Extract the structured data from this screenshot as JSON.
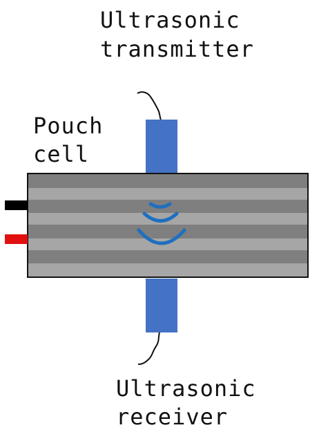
{
  "labels": {
    "transmitter": [
      "Ultrasonic",
      "transmitter"
    ],
    "cell": [
      "Pouch",
      "cell"
    ],
    "receiver": [
      "Ultrasonic",
      "receiver"
    ]
  },
  "colors": {
    "transducer": "#4472c4",
    "wave": "#1f6fbf",
    "layer_dark": "#7f7f7f",
    "layer_light": "#a6a6a6",
    "cell_border": "#111111",
    "tab_negative": "#000000",
    "tab_positive": "#e01010",
    "wire": "#111111"
  },
  "icons": {
    "wave": "ultrasonic-wave-arcs",
    "tab_negative": "negative-terminal-tab",
    "tab_positive": "positive-terminal-tab"
  }
}
